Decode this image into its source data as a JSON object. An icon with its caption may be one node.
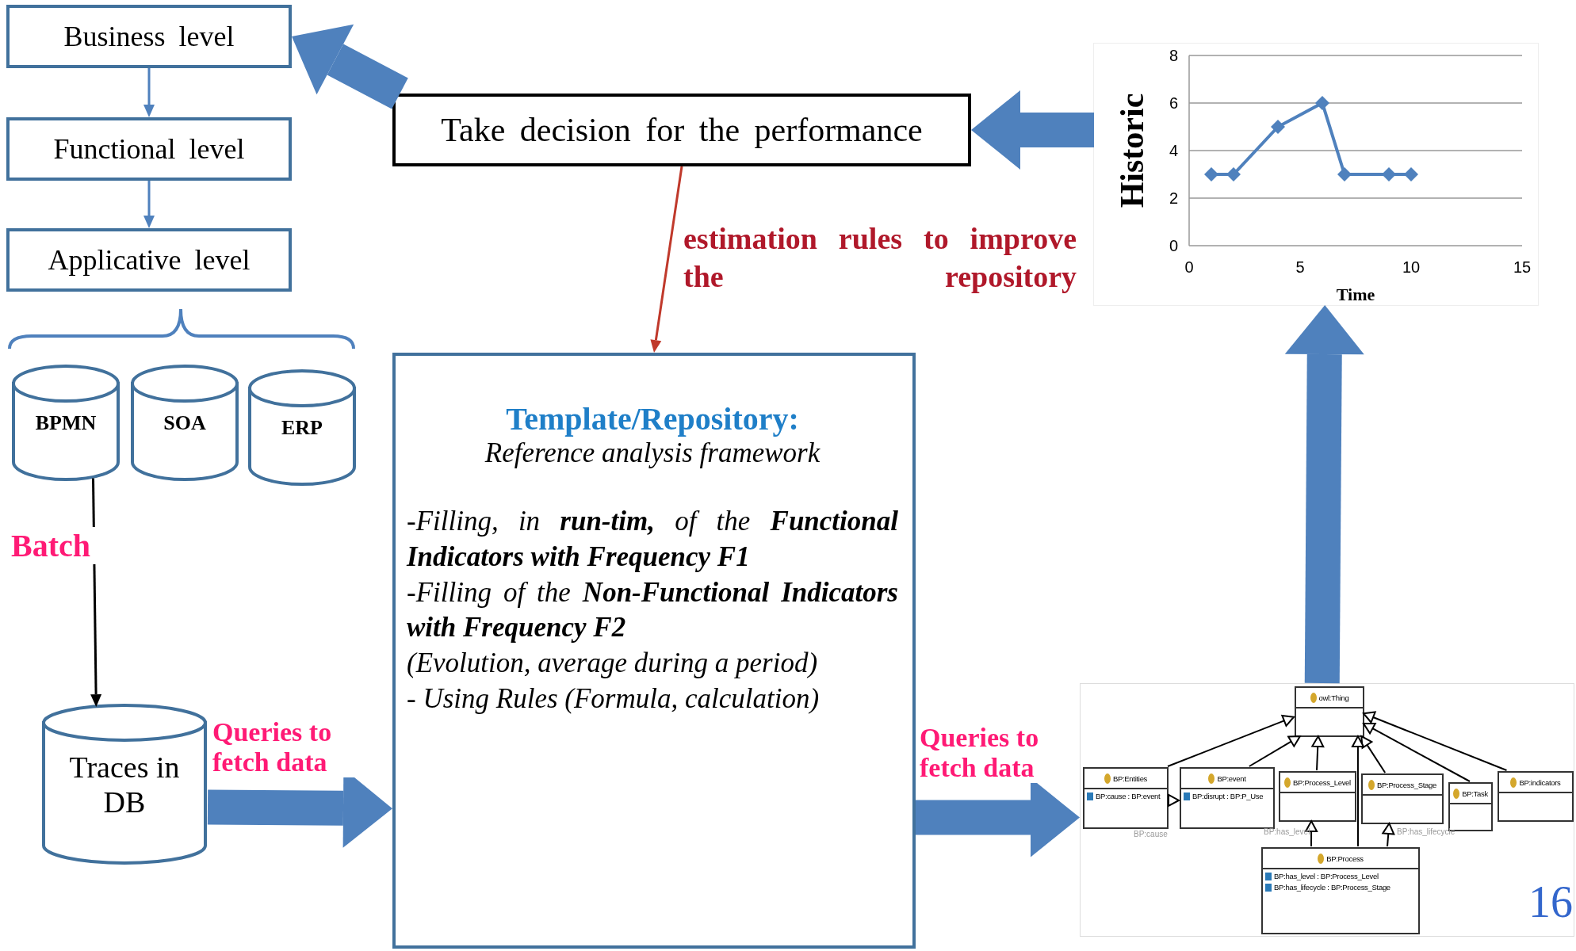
{
  "diagram": {
    "nodes": [
      {
        "text": [
          "Business level"
        ]
      },
      {
        "text": [
          "Functional level"
        ]
      },
      {
        "text": [
          "Applicative level"
        ]
      },
      {
        "text": [
          "BPMN"
        ]
      },
      {
        "text": [
          "SOA"
        ]
      },
      {
        "text": [
          "ERP"
        ]
      },
      {
        "text": [
          "Traces in DB"
        ]
      },
      {
        "text": [
          "Take decision for the performance"
        ]
      },
      {
        "text": [
          "Template/Repository:",
          "Reference analysis framework",
          "-Filling, in **run-tim,** of the **Functional Indicators with Frequency F1**",
          "-Filling of the **Non-Functional Indicators with Frequency F2**",
          "(Evolution, average during a period)",
          "- Using Rules (Formula, calculation)"
        ]
      },
      {
        "text": [],
        "shape": "box"
      },
      {
        "text": [],
        "shape": "box"
      },
      {
        "text": [
          "owl:Thing"
        ],
        "in": 10
      },
      {
        "text": [
          "BP:Entities",
          "BP:cause : BP:event"
        ],
        "in": 10
      },
      {
        "text": [
          "BP:event",
          "BP:disrupt : BP:P_Use"
        ],
        "in": 10
      },
      {
        "text": [
          "BP:Process_Level"
        ],
        "in": 10
      },
      {
        "text": [
          "BP:Process_Stage"
        ],
        "in": 10
      },
      {
        "text": [
          "BP:Task"
        ],
        "in": 10
      },
      {
        "text": [
          "BP:indicators"
        ],
        "in": 10
      },
      {
        "text": [
          "BP:Process",
          "BP:has_level : BP:Process_Level",
          "BP:has_lifecycle : BP:Process_Stage"
        ],
        "in": 10
      }
    ],
    "edges": [
      {
        "from": 0,
        "to": 1,
        "arrow": "to",
        "color": "#4f81bd"
      },
      {
        "from": 1,
        "to": 2,
        "arrow": "to",
        "color": "#4f81bd"
      },
      {
        "from": 3,
        "to": 6,
        "arrow": "to",
        "label": "Batch"
      },
      {
        "from": 6,
        "to": 8,
        "arrow": "to",
        "style": "thick",
        "color": "#4f81bd",
        "label": "Queries to fetch data"
      },
      {
        "from": 8,
        "to": 10,
        "arrow": "to",
        "style": "thick",
        "color": "#4f81bd",
        "label": "Queries to fetch data"
      },
      {
        "from": 10,
        "to": 9,
        "arrow": "to",
        "style": "thick",
        "color": "#4f81bd"
      },
      {
        "from": 9,
        "to": 7,
        "arrow": "to",
        "style": "thick",
        "color": "#4f81bd"
      },
      {
        "from": 7,
        "to": 0,
        "arrow": "to",
        "style": "thick",
        "color": "#4f81bd"
      },
      {
        "from": 7,
        "to": 8,
        "arrow": "to",
        "color": "#c0392b",
        "label": "estimation rules to improve the repository"
      },
      {
        "from": 12,
        "to": 11,
        "arrow": "to"
      },
      {
        "from": 13,
        "to": 11,
        "arrow": "to"
      },
      {
        "from": 14,
        "to": 11,
        "arrow": "to"
      },
      {
        "from": 15,
        "to": 11,
        "arrow": "to"
      },
      {
        "from": 16,
        "to": 11,
        "arrow": "to"
      },
      {
        "from": 17,
        "to": 11,
        "arrow": "to"
      },
      {
        "from": 18,
        "to": 11,
        "arrow": "to"
      },
      {
        "from": 18,
        "to": 14,
        "arrow": "to",
        "label": "BP:has_level"
      },
      {
        "from": 18,
        "to": 15,
        "arrow": "to",
        "label": "BP:has_lifecycle"
      },
      {
        "from": 12,
        "to": 13,
        "arrow": "to",
        "label": "BP:cause"
      }
    ],
    "labels": [
      "16"
    ],
    "chart_data": {
      "type": "line",
      "xlabel": "Time",
      "ylabel": "Historic",
      "x": [
        1,
        2,
        4,
        6,
        7,
        9,
        10
      ],
      "series": [
        {
          "color": "#4f81bd",
          "marker": "diamond",
          "values": [
            3,
            3,
            5,
            6,
            3,
            3,
            3
          ]
        }
      ],
      "grid": true,
      "xlim": [
        0,
        15
      ],
      "ylim": [
        0,
        8
      ],
      "xticks": [
        0,
        5,
        10,
        15
      ],
      "yticks": [
        0,
        2,
        4,
        6,
        8
      ]
    }
  }
}
